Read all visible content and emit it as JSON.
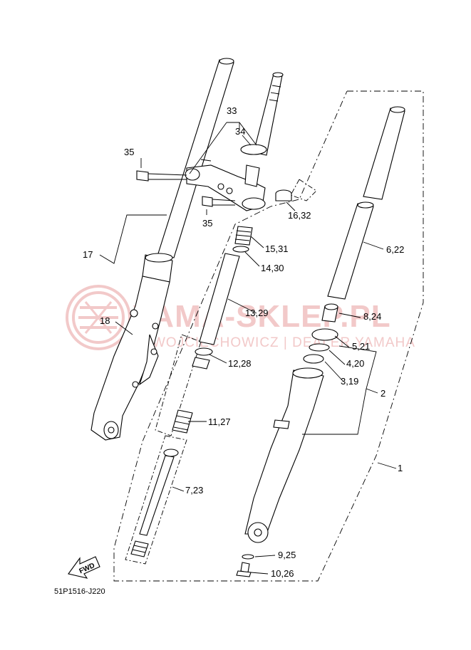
{
  "watermark": {
    "title": "YAMA-SKLEP.PL",
    "subtitle": "WOJCIECHOWICZ | DEALER YAMAHA",
    "color": "#f2c9c9"
  },
  "fwd_label": "FWD",
  "diagram_code": "51P1516-J220",
  "callouts": {
    "c1": "1",
    "c2": "2",
    "c3_19": "3,19",
    "c4_20": "4,20",
    "c5_21": "5,21",
    "c6_22": "6,22",
    "c7_23": "7,23",
    "c8_24": "8,24",
    "c9_25": "9,25",
    "c10_26": "10,26",
    "c11_27": "11,27",
    "c12_28": "12,28",
    "c13_29": "13,29",
    "c14_30": "14,30",
    "c15_31": "15,31",
    "c16_32": "16,32",
    "c17": "17",
    "c18": "18",
    "c33": "33",
    "c34": "34",
    "c35a": "35",
    "c35b": "35"
  }
}
